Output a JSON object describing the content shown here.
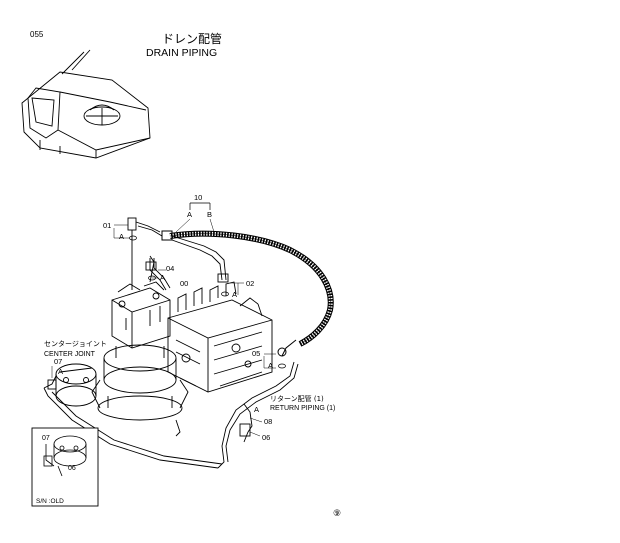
{
  "page_number": "055",
  "title_jp": "ドレン配管",
  "title_en": "DRAIN  PIPING",
  "labels": {
    "hose_assembly": "10",
    "end_a": "A",
    "end_b": "B",
    "p01": "01",
    "p02": "02",
    "p04": "04",
    "p00": "00",
    "p05": "05",
    "p06": "06",
    "p07": "07",
    "p08": "08",
    "ref_a": "A"
  },
  "center_joint_jp": "センタージョイント",
  "center_joint_en": "CENTER JOINT",
  "return_piping_jp": "リターン配管 (1)",
  "return_piping_en": "RETURN PIPING (1)",
  "inset": {
    "p07": "07",
    "p06": "06",
    "serial_note": "S/N :OLD"
  },
  "footer_mark": "⑨"
}
